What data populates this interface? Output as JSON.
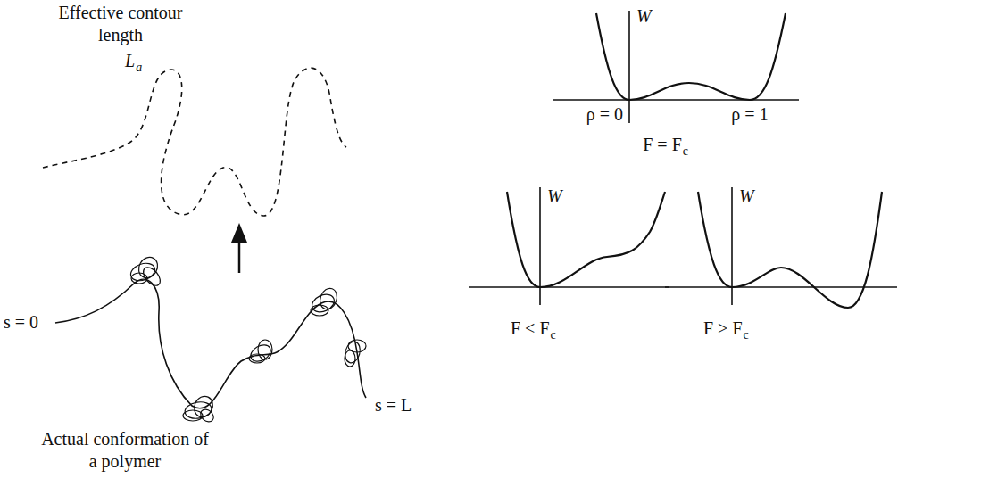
{
  "diagram": {
    "labels": [
      "Effective contour length",
      "L",
      "a",
      "s = 0",
      "s = L",
      "Actual conformation of a polymer",
      "W",
      "ρ = 0",
      "ρ = 1",
      "F = F",
      "c",
      "W",
      "F < F",
      "c",
      "W",
      "F > F",
      "c"
    ]
  }
}
